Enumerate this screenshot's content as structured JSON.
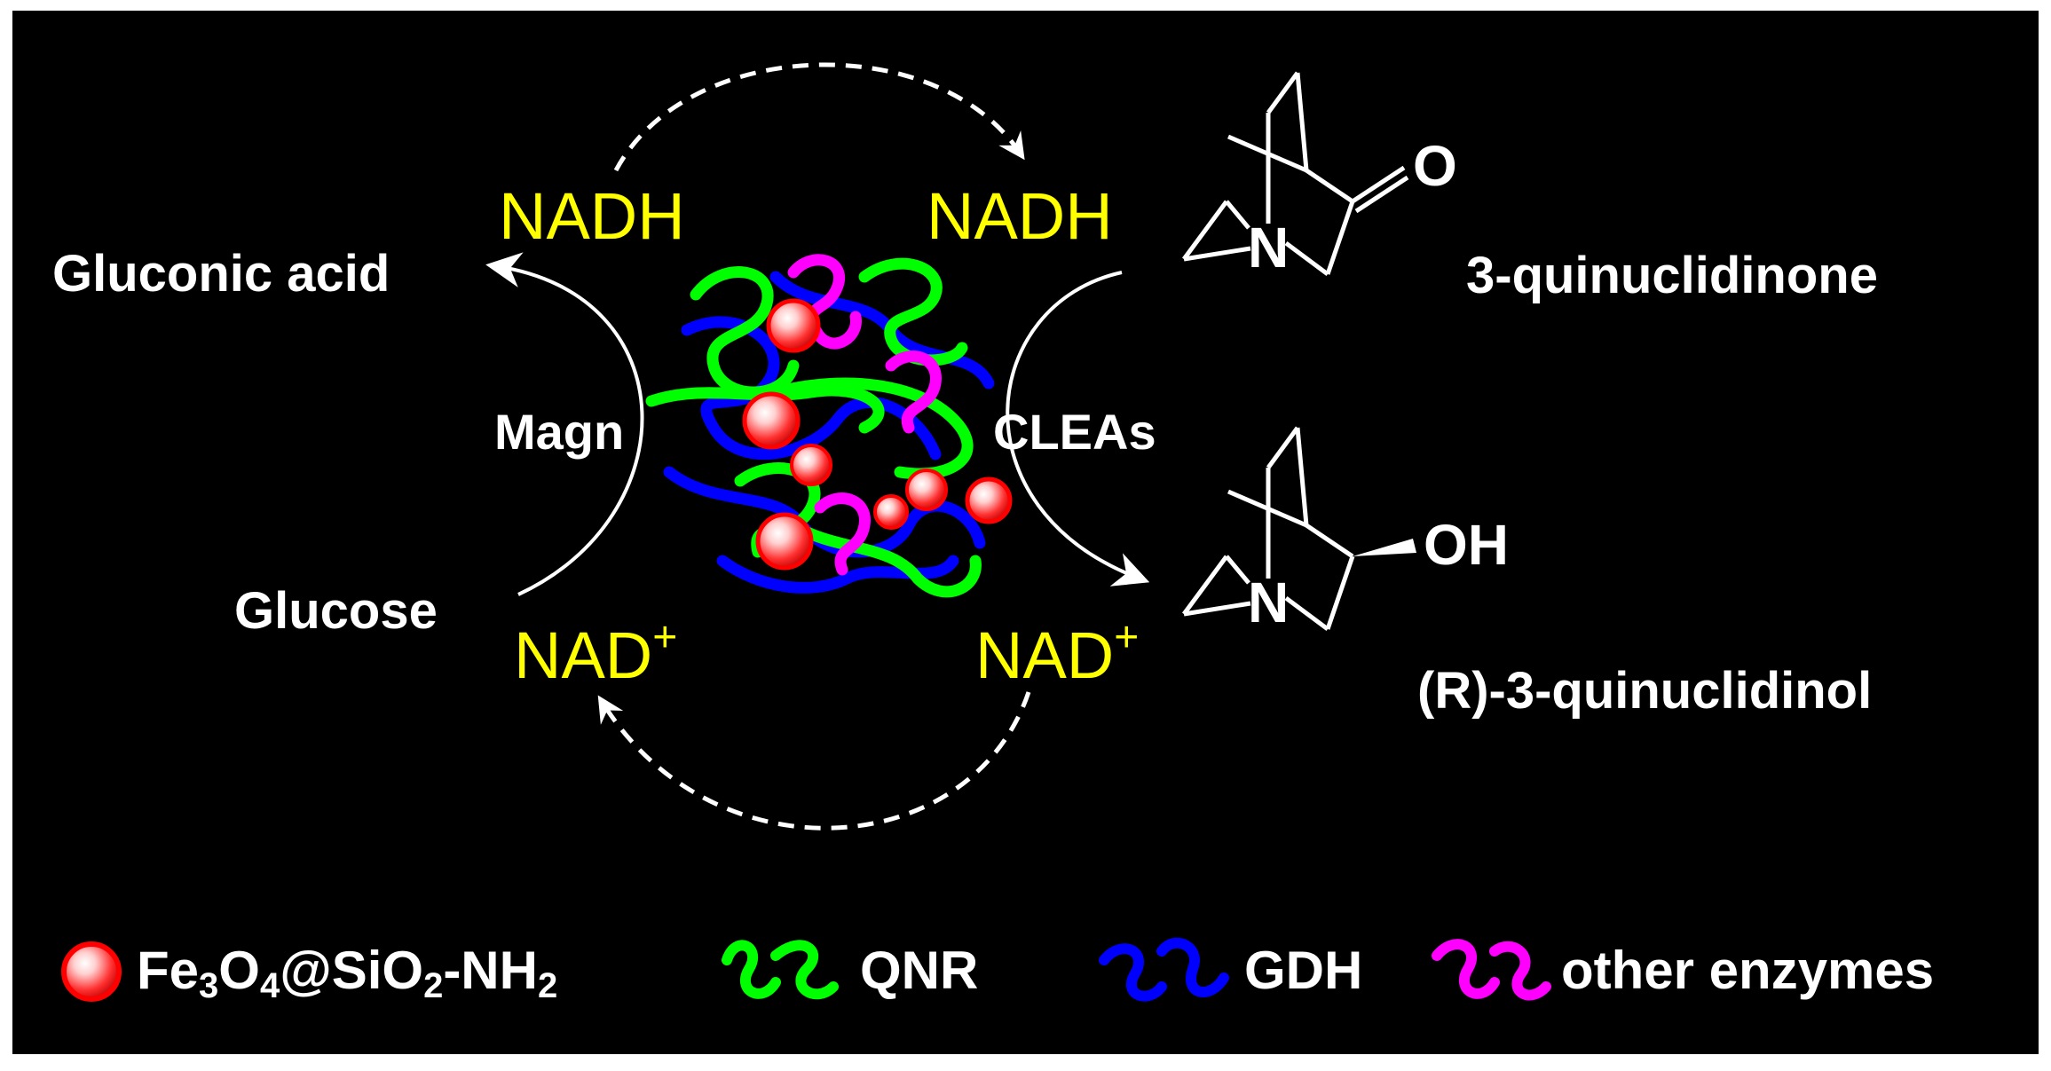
{
  "labels": {
    "gluconic_acid": "Gluconic acid",
    "glucose": "Glucose",
    "quinuclidinone": "3-quinuclidinone",
    "quinuclidinol": "(R)-3-quinuclidinol",
    "cleas_left": "Magn",
    "cleas_right": "CLEAs"
  },
  "cofactors": {
    "nadh_left": "NADH",
    "nadh_right": "NADH",
    "nad_left": "NAD",
    "nad_right": "NAD",
    "nad_charge": "+"
  },
  "atoms": {
    "n_top": "N",
    "o_top": "O",
    "n_bottom": "N",
    "oh_bottom": "OH"
  },
  "legend": {
    "particle_fe": "Fe",
    "particle_fe_sub": "3",
    "particle_o": "O",
    "particle_o_sub": "4",
    "particle_mid": "@SiO",
    "particle_mid_sub": "2",
    "particle_end": "-NH",
    "particle_end_sub": "2",
    "qnr": "QNR",
    "gdh": "GDH",
    "other": "other enzymes"
  },
  "colors": {
    "background": "#000000",
    "text": "#ffffff",
    "cofactor": "#ffff00",
    "qnr": "#00ff00",
    "gdh": "#0000ff",
    "other_enzymes": "#ff00ff",
    "particle": "#ff2020"
  },
  "icons": [
    "fe3o4-particle-icon",
    "qnr-enzyme-icon",
    "gdh-enzyme-icon",
    "other-enzyme-icon"
  ]
}
